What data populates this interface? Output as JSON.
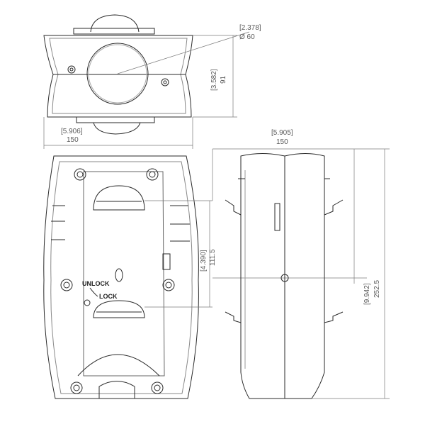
{
  "dimensions": {
    "ring_in": "[2.378]",
    "ring_mm": "Ø 60",
    "top_height_in": "[3.582]",
    "top_height_mm": "91",
    "top_width_in": "[5.906]",
    "top_width_mm": "150",
    "side_width_in": "[5.905]",
    "side_width_mm": "150",
    "spacing_in": "[4.390]",
    "spacing_mm": "111.5",
    "height_in": "[9.942]",
    "height_mm": "252.5"
  },
  "labels": {
    "unlock": "UNLOCK",
    "lock": "LOCK"
  },
  "colors": {
    "line": "#2a2a2a",
    "dimension": "#7a7a7a"
  }
}
